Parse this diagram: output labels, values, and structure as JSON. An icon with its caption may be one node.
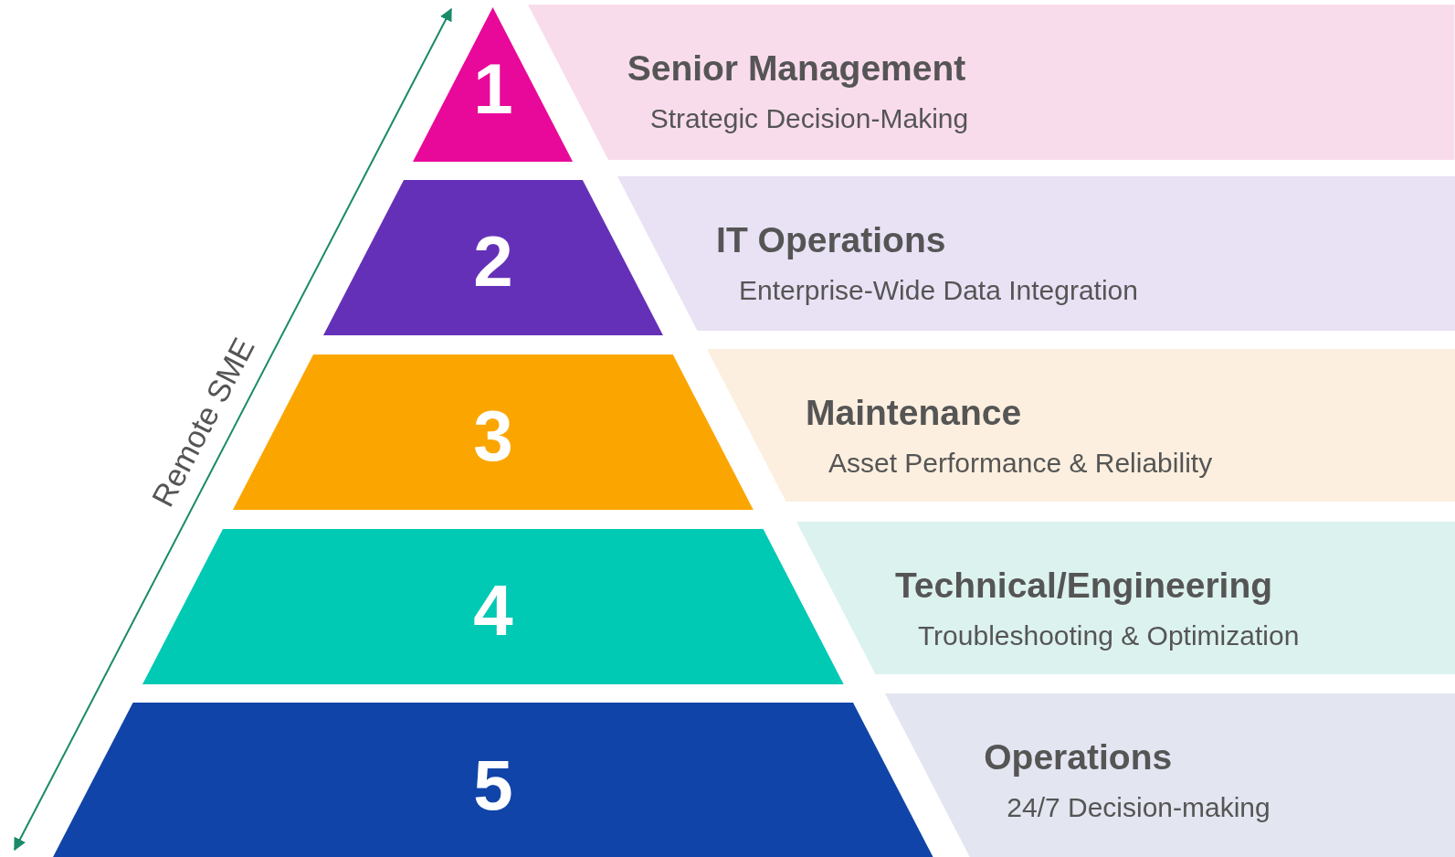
{
  "diagram": {
    "nodes": [
      {
        "text": [
          "1"
        ]
      },
      {
        "text": [
          "Senior Management",
          "Strategic Decision-Making"
        ]
      },
      {
        "text": [
          "2"
        ]
      },
      {
        "text": [
          "IT Operations",
          "Enterprise-Wide Data Integration"
        ]
      },
      {
        "text": [
          "3"
        ]
      },
      {
        "text": [
          "Maintenance",
          "Asset Performance & Reliability"
        ]
      },
      {
        "text": [
          "4"
        ]
      },
      {
        "text": [
          "Technical/Engineering",
          "Troubleshooting & Optimization"
        ]
      },
      {
        "text": [
          "5"
        ]
      },
      {
        "text": [
          "Operations",
          "24/7 Decision-making"
        ]
      }
    ],
    "labels": [
      "Remote SME"
    ]
  }
}
